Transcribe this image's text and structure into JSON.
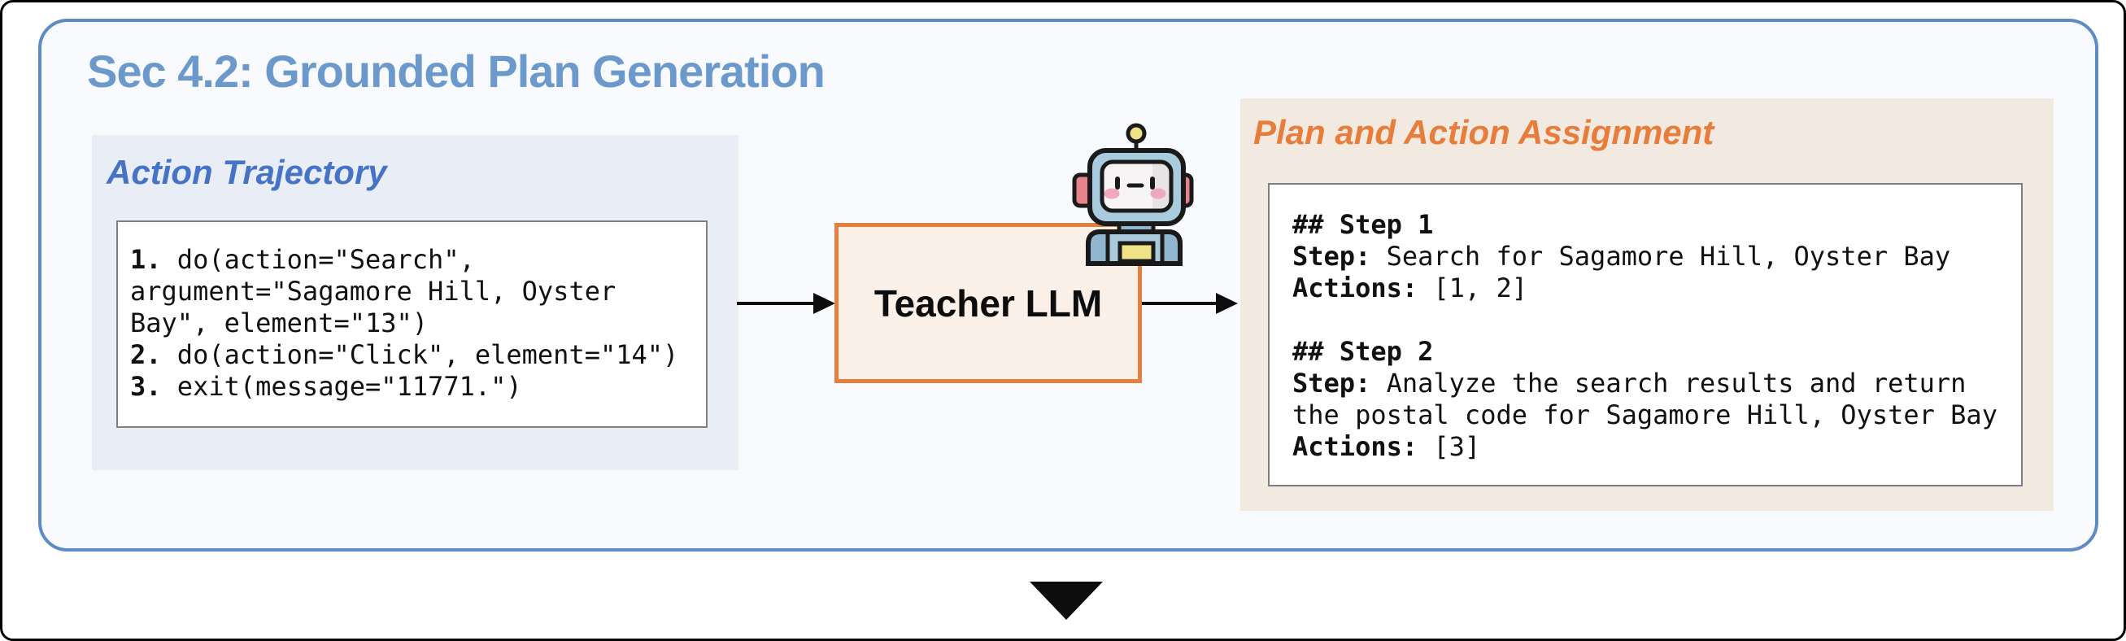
{
  "diagram": {
    "title": "Sec 4.2: Grounded Plan Generation",
    "colors": {
      "frame_border": "#5C8BC6",
      "frame_bg": "#F8FAFD",
      "title_text": "#6C99CC",
      "action_panel_bg": "#E9EEF6",
      "action_label_text": "#4673C5",
      "teacher_box_border": "#E2813F",
      "teacher_box_bg": "#FAF0E8",
      "plan_panel_bg": "#F2EAE1",
      "plan_label_text": "#E87C3A",
      "codebox_border": "#7F7F7F",
      "arrow_color": "#0d0d0d"
    },
    "action_trajectory": {
      "label": "Action Trajectory",
      "code_lines": [
        [
          {
            "t": "1.",
            "b": true
          },
          {
            "t": " do(action=\"Search\",",
            "b": false
          }
        ],
        [
          {
            "t": "argument=\"Sagamore Hill, Oyster",
            "b": false
          }
        ],
        [
          {
            "t": "Bay\", element=\"13\")",
            "b": false
          }
        ],
        [
          {
            "t": "2.",
            "b": true
          },
          {
            "t": " do(action=\"Click\", element=\"14\")",
            "b": false
          }
        ],
        [
          {
            "t": "3.",
            "b": true
          },
          {
            "t": " exit(message=\"11771.\")",
            "b": false
          }
        ]
      ]
    },
    "teacher_llm": {
      "label": "Teacher LLM",
      "icon": "robot-icon"
    },
    "plan_assignment": {
      "label": "Plan and Action Assignment",
      "code_lines": [
        [
          {
            "t": "## Step 1",
            "b": true
          }
        ],
        [
          {
            "t": "Step:",
            "b": true
          },
          {
            "t": " Search for Sagamore Hill, Oyster Bay",
            "b": false
          }
        ],
        [
          {
            "t": "Actions:",
            "b": true
          },
          {
            "t": " [1, 2]",
            "b": false
          }
        ],
        [],
        [
          {
            "t": "## Step 2",
            "b": true
          }
        ],
        [
          {
            "t": "Step:",
            "b": true
          },
          {
            "t": " Analyze the search results and return",
            "b": false
          }
        ],
        [
          {
            "t": "the postal code for Sagamore Hill, Oyster Bay",
            "b": false
          }
        ],
        [
          {
            "t": "Actions:",
            "b": true
          },
          {
            "t": " [3]",
            "b": false
          }
        ]
      ]
    }
  }
}
